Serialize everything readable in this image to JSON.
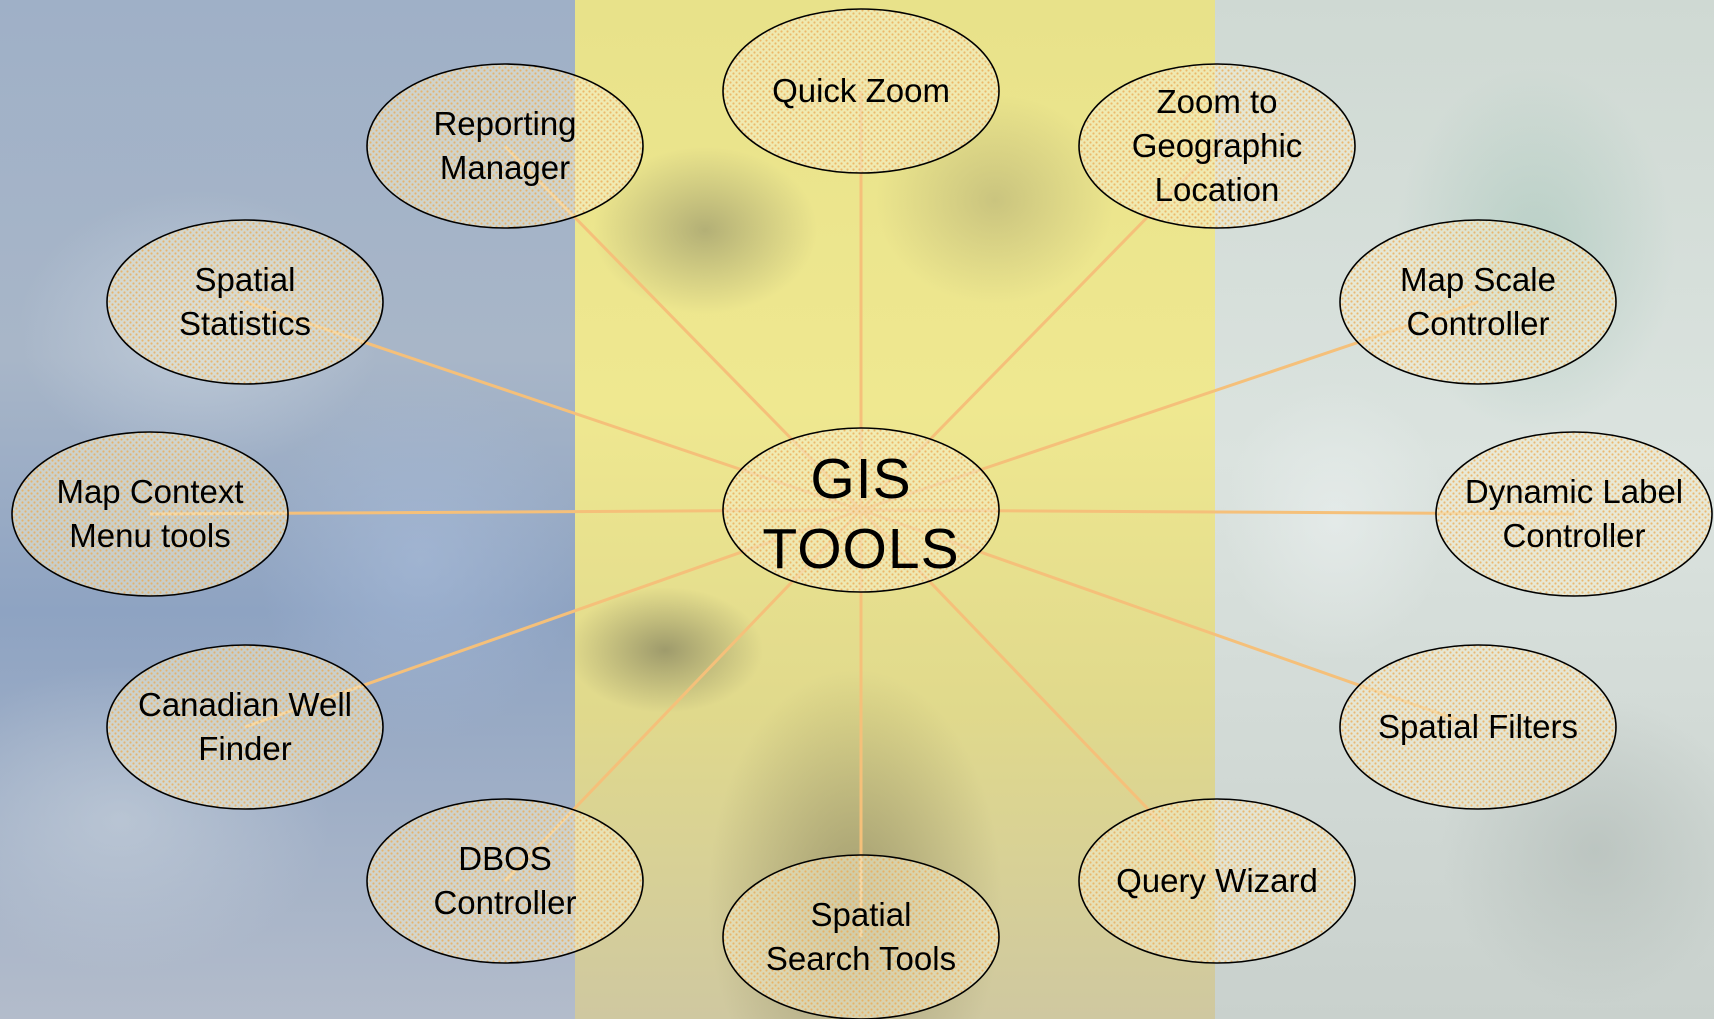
{
  "center": {
    "lines": [
      "GIS",
      "TOOLS"
    ]
  },
  "nodes": [
    {
      "id": "quick-zoom",
      "lines": [
        "Quick Zoom"
      ]
    },
    {
      "id": "zoom-to-geographic-location",
      "lines": [
        "Zoom to",
        "Geographic",
        "Location"
      ]
    },
    {
      "id": "map-scale-controller",
      "lines": [
        "Map Scale",
        "Controller"
      ]
    },
    {
      "id": "dynamic-label-controller",
      "lines": [
        "Dynamic Label",
        "Controller"
      ]
    },
    {
      "id": "spatial-filters",
      "lines": [
        "Spatial Filters"
      ]
    },
    {
      "id": "query-wizard",
      "lines": [
        "Query Wizard"
      ]
    },
    {
      "id": "spatial-search-tools",
      "lines": [
        "Spatial",
        "Search Tools"
      ]
    },
    {
      "id": "dbos-controller",
      "lines": [
        "DBOS",
        "Controller"
      ]
    },
    {
      "id": "canadian-well-finder",
      "lines": [
        "Canadian Well",
        "Finder"
      ]
    },
    {
      "id": "map-context-menu-tools",
      "lines": [
        "Map Context",
        "Menu tools"
      ]
    },
    {
      "id": "spatial-statistics",
      "lines": [
        "Spatial",
        "Statistics"
      ]
    },
    {
      "id": "reporting-manager",
      "lines": [
        "Reporting",
        "Manager"
      ]
    }
  ],
  "colors": {
    "connector": "#f5c07a",
    "ellipse_fill": "#f3ecc8",
    "ellipse_dots": "#f0b25e",
    "ellipse_stroke": "#000000"
  }
}
